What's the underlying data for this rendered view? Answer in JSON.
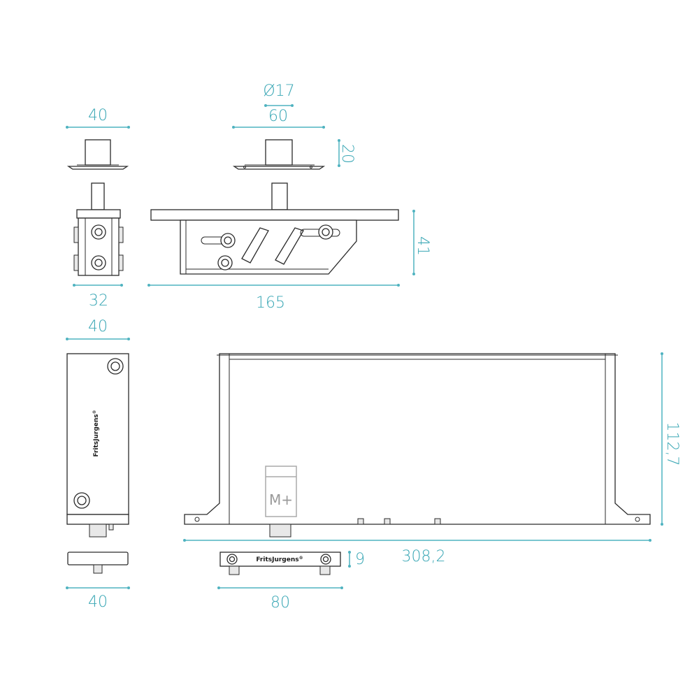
{
  "brand": {
    "name": "FritsJurgens",
    "mark": "®"
  },
  "logo": {
    "text": "M+"
  },
  "colors": {
    "dimension": "#3aa7b5",
    "part_stroke": "#2a2a2a"
  },
  "dimensions": {
    "top_left_width": "40",
    "diameter": "Ø17",
    "top_plate_width": "60",
    "pin_height": "20",
    "side_height": "41",
    "side_width": "32",
    "lock_length": "165",
    "box_side_width": "40",
    "box_height": "112,7",
    "box_length": "308,2",
    "bottom_left_width": "40",
    "bottom_bar_height": "9",
    "bottom_bar_width": "80"
  }
}
